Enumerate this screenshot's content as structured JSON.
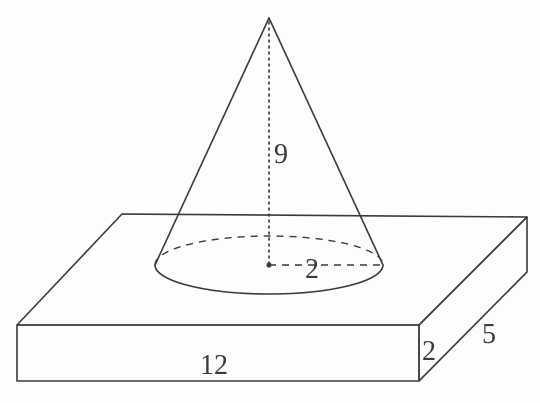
{
  "labels": {
    "cone_height": "9",
    "cone_radius": "2",
    "box_length": "12",
    "box_height": "2",
    "box_depth": "5"
  },
  "colors": {
    "stroke": "#3a3a3a",
    "background": "#fdfdfb"
  }
}
